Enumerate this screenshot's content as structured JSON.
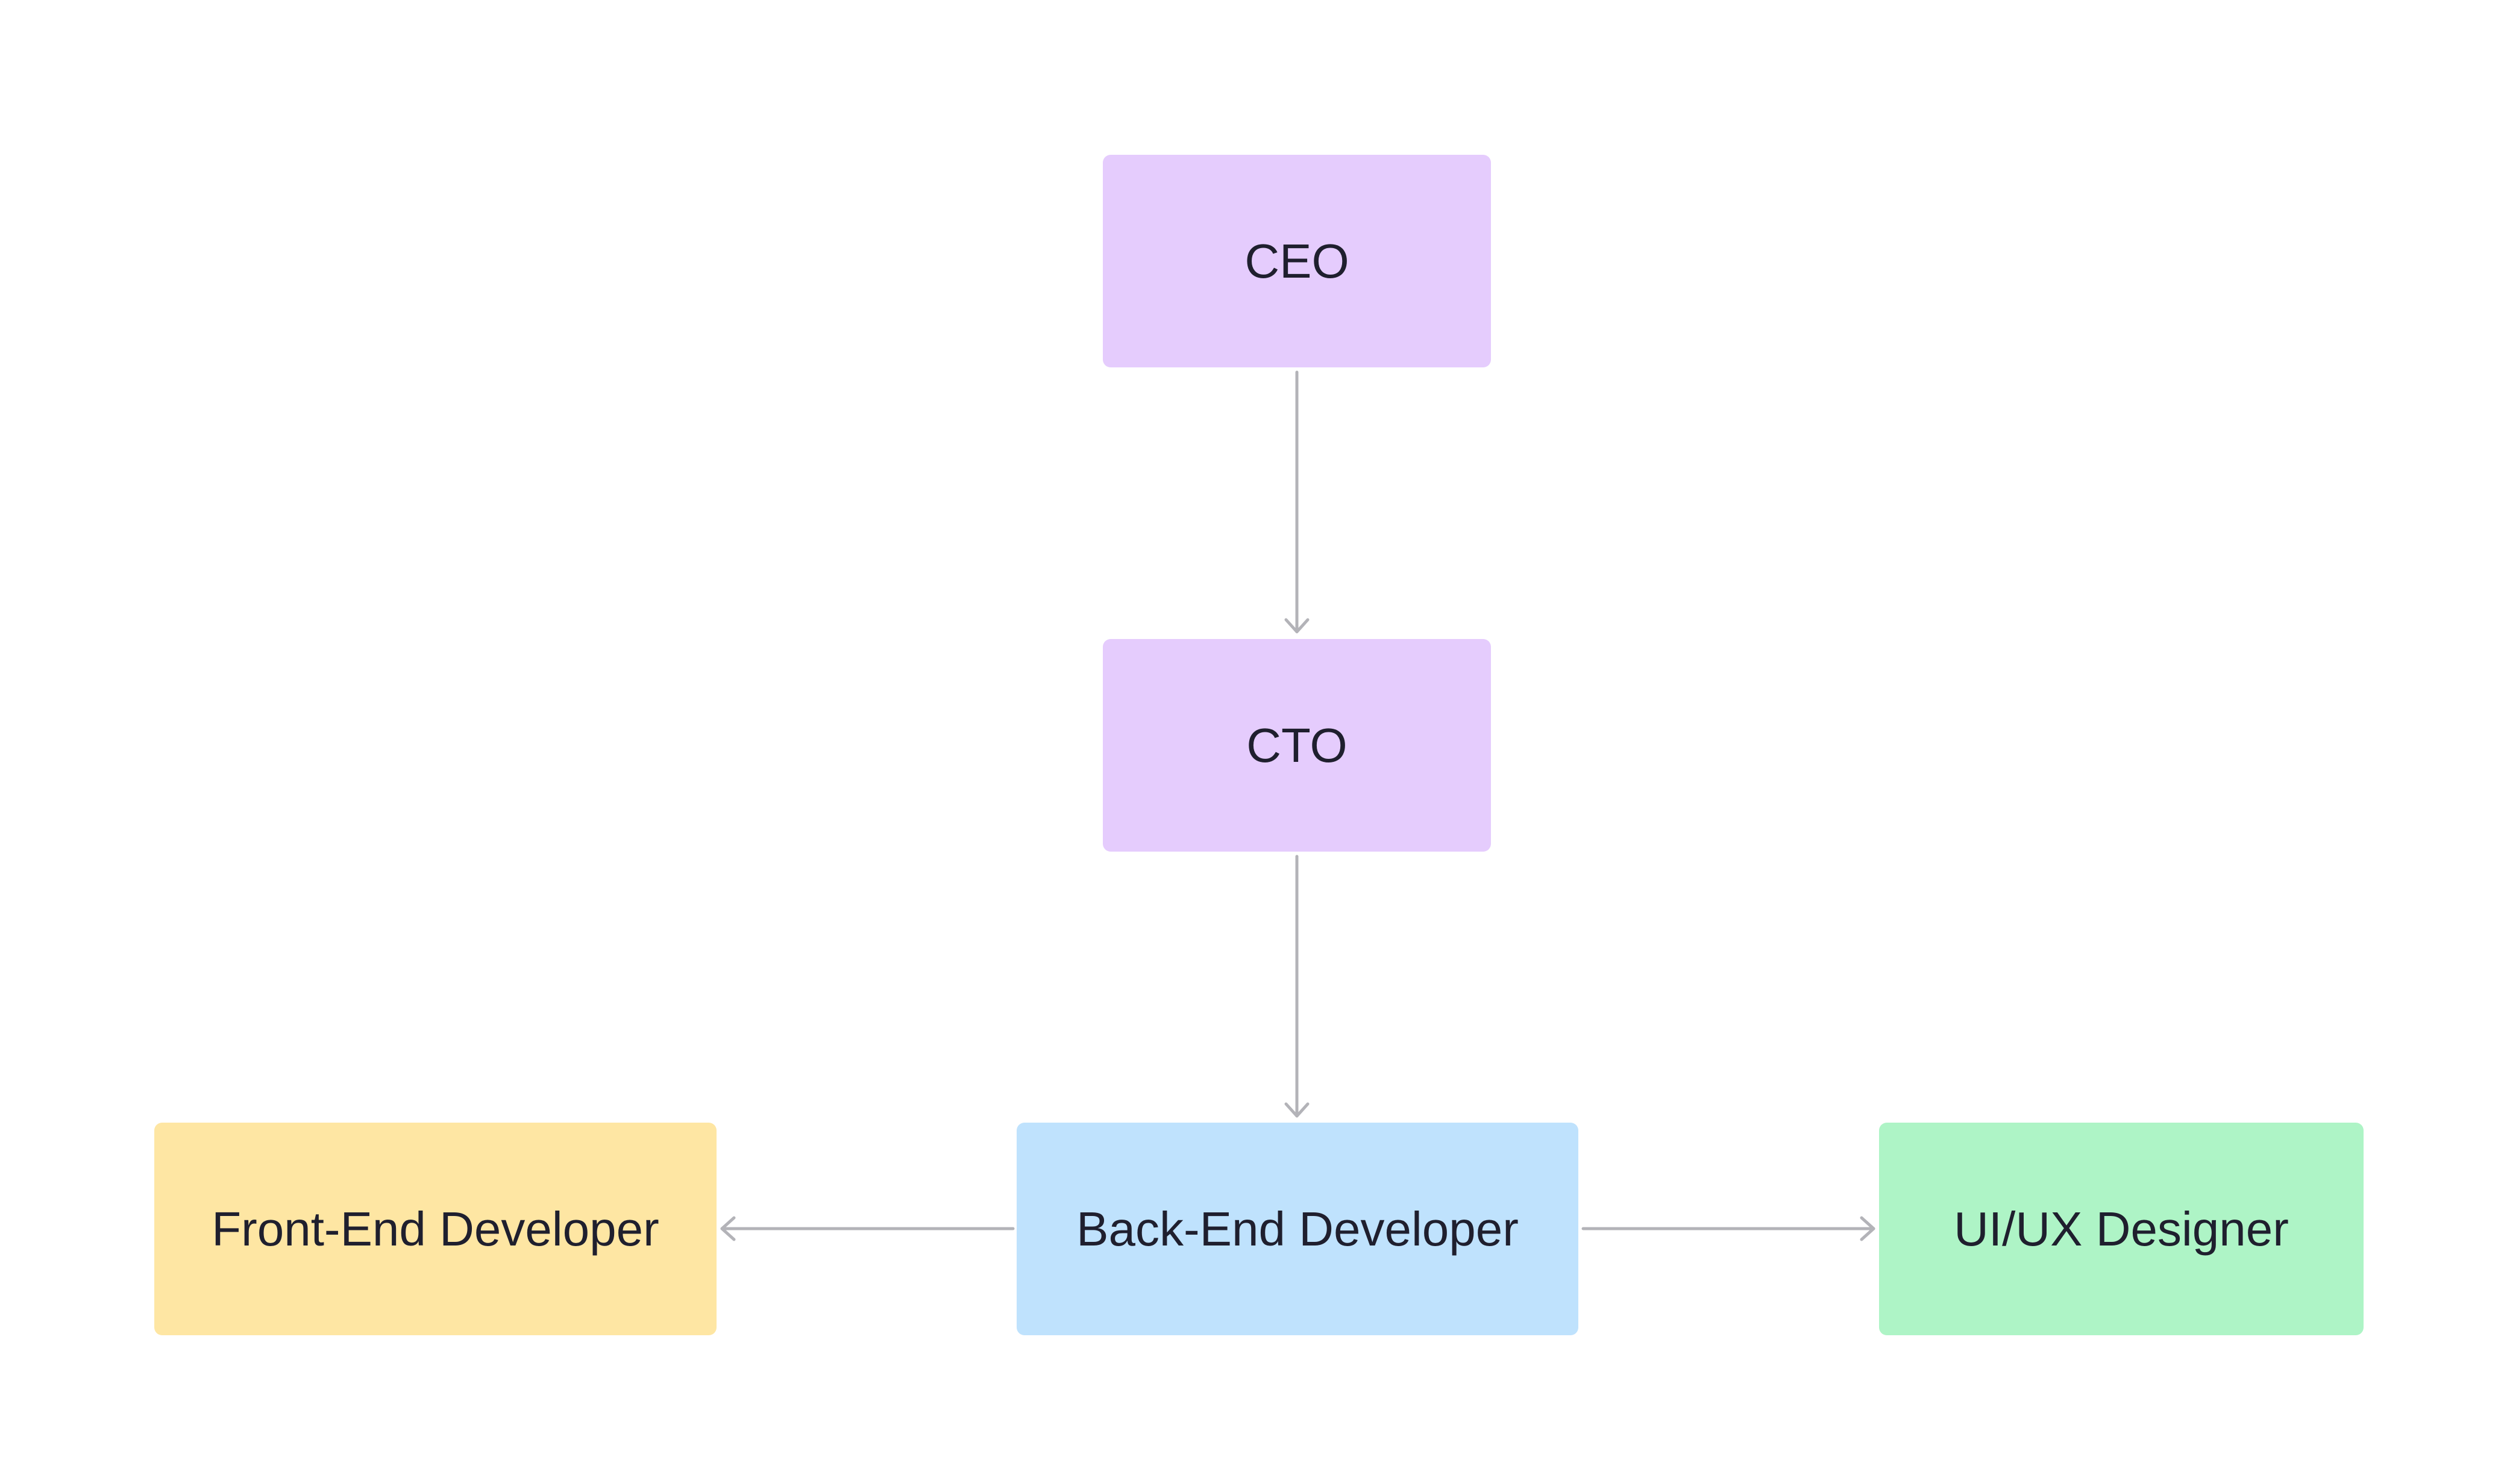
{
  "diagram": {
    "nodes": {
      "ceo": {
        "label": "CEO",
        "color": "#e5ccfd"
      },
      "cto": {
        "label": "CTO",
        "color": "#e5ccfd"
      },
      "frontend": {
        "label": "Front-End Developer",
        "color": "#fee6a3"
      },
      "backend": {
        "label": "Back-End Developer",
        "color": "#bfe2fd"
      },
      "uiux": {
        "label": "UI/UX Designer",
        "color": "#aef4c6"
      }
    },
    "edges": [
      {
        "from": "ceo",
        "to": "cto"
      },
      {
        "from": "cto",
        "to": "backend"
      },
      {
        "from": "backend",
        "to": "frontend"
      },
      {
        "from": "backend",
        "to": "uiux"
      }
    ],
    "edge_color": "#b3b3b8"
  }
}
